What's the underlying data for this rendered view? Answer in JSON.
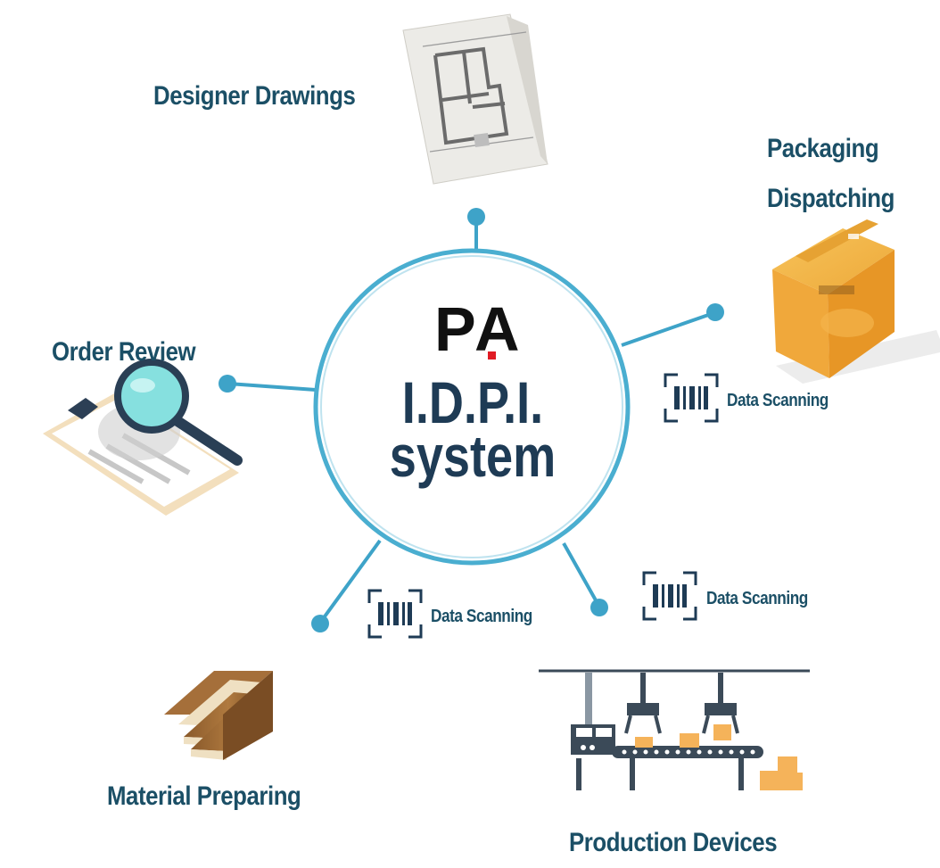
{
  "center": {
    "logo_left": "P",
    "logo_right": "A",
    "title_line1": "I.D.P.I.",
    "title_line2": "system"
  },
  "nodes": {
    "designer_drawings": "Designer Drawings",
    "packaging": "Packaging",
    "dispatching": "Dispatching",
    "order_review": "Order Review",
    "material_preparing": "Material Preparing",
    "production_devices": "Production Devices"
  },
  "scanning": {
    "label": "Data Scanning"
  },
  "colors": {
    "accent": "#3ea3c8",
    "text": "#1b4f66",
    "logo_red": "#e01b24",
    "box": "#f2b23e"
  }
}
